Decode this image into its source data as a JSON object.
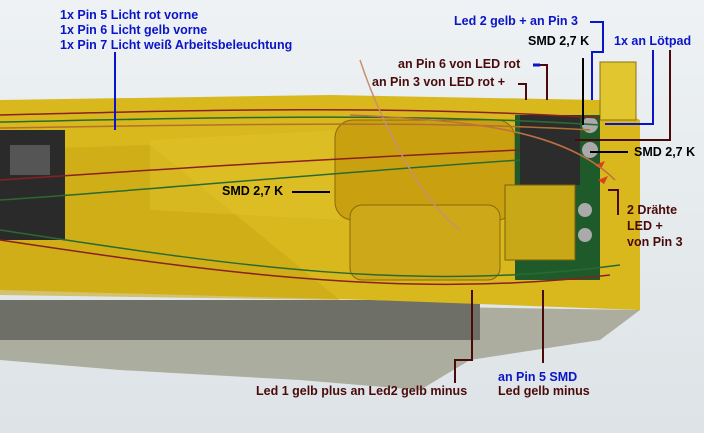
{
  "labels": {
    "pin5": "1x Pin 5   Licht rot vorne",
    "pin6": "1x Pin 6   Licht gelb vorne",
    "pin7": "1x Pin 7   Licht weiß Arbeitsbeleuchtung",
    "led2_gelb": "Led 2 gelb + an Pin 3",
    "smd_top": "SMD 2,7 K",
    "loetpad": "1x an Lötpad",
    "pin6_led_rot": "an Pin 6 von LED rot",
    "pin3_led_rot": "an Pin 3 von LED rot +",
    "smd_right": "SMD 2,7 K",
    "smd_left": "SMD 2,7 K",
    "draehte_1": "2 Drähte",
    "draehte_2": "LED +",
    "draehte_3": "von Pin 3",
    "led1_gelb": "Led 1 gelb plus an Led2 gelb minus",
    "pin5_smd": "an Pin 5 SMD",
    "led_gelb_minus": "Led gelb minus"
  },
  "colors": {
    "blue_label": "#0a14c8",
    "dark_label": "#4a0a0a",
    "body_yellow": "#d8b81c"
  }
}
